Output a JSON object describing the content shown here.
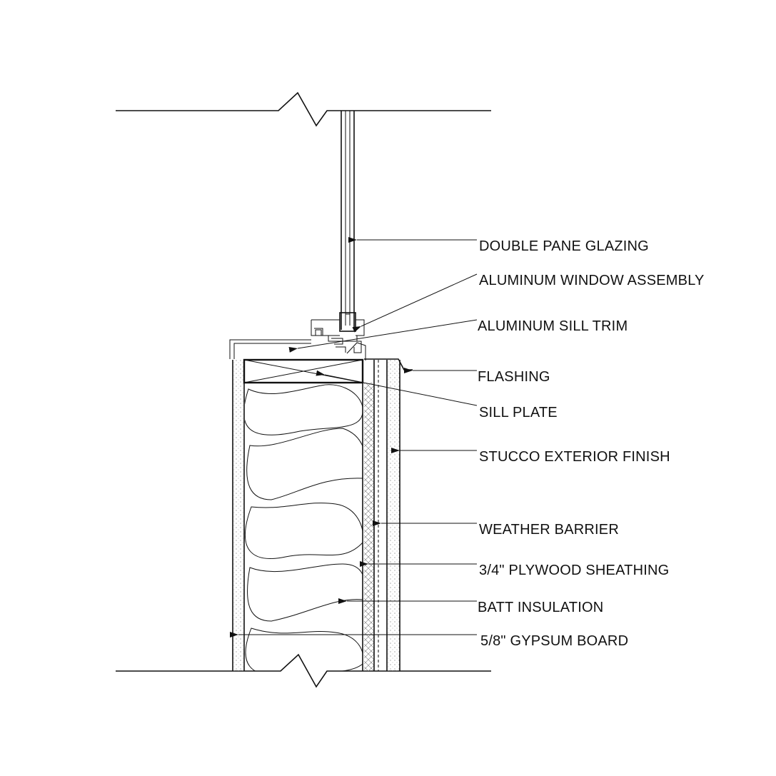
{
  "labels": {
    "double_pane_glazing": "DOUBLE PANE GLAZING",
    "aluminum_window_assembly": "ALUMINUM WINDOW ASSEMBLY",
    "aluminum_sill_trim": "ALUMINUM SILL TRIM",
    "flashing": "FLASHING",
    "sill_plate": "SILL PLATE",
    "stucco_exterior_finish": "STUCCO EXTERIOR FINISH",
    "weather_barrier": "WEATHER BARRIER",
    "plywood_sheathing": "3/4\" PLYWOOD SHEATHING",
    "batt_insulation": "BATT INSULATION",
    "gypsum_board": "5/8\" GYPSUM BOARD"
  },
  "colors": {
    "line": "#111111",
    "background": "#ffffff"
  }
}
